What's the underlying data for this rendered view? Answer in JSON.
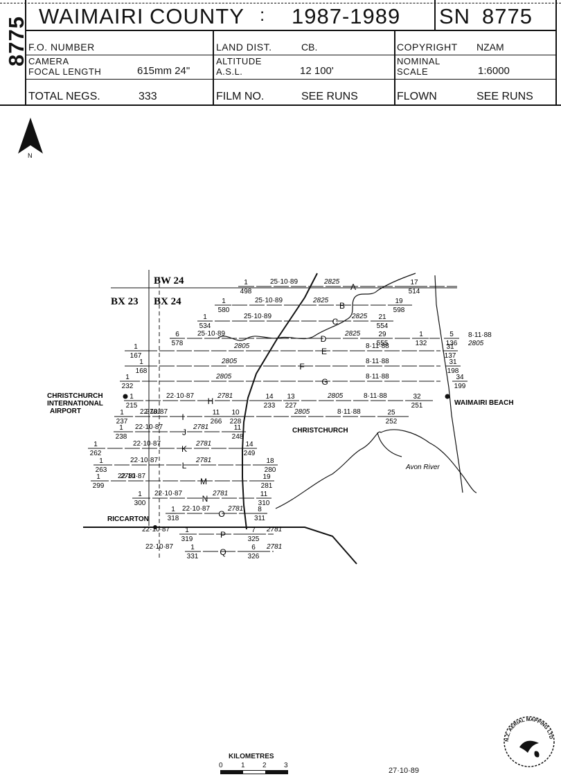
{
  "header": {
    "side_number": "8775",
    "county": "WAIMAIRI",
    "county_suffix": "COUNTY",
    "colon": ":",
    "years": "1987-1989",
    "sn_label": "SN",
    "sn_number": "8775",
    "fo_number_label": "F.O. NUMBER",
    "land_dist_label": "LAND DIST.",
    "land_dist_value": "CB.",
    "copyright_label": "COPYRIGHT",
    "copyright_value": "NZAM",
    "camera_label": "CAMERA",
    "focal_length_label": "FOCAL LENGTH",
    "focal_length_value": "615mm  24\"",
    "altitude_label": "ALTITUDE",
    "asl_label": "A.S.L.",
    "altitude_value": "12 100'",
    "nominal_label": "NOMINAL",
    "scale_label": "SCALE",
    "scale_value": "1:6000",
    "total_negs_label": "TOTAL NEGS.",
    "total_negs_value": "333",
    "film_no_label": "FILM NO.",
    "film_no_value": "SEE  RUNS",
    "flown_label": "FLOWN",
    "flown_value": "SEE  RUNS"
  },
  "map": {
    "north_label": "N",
    "grid_labels": [
      "BW 24",
      "BX 23",
      "BX 24"
    ],
    "places": [
      {
        "name": "CHRISTCHURCH"
      },
      {
        "name": "INTERNATIONAL"
      },
      {
        "name": "AIRPORT"
      },
      {
        "name": "WAIMAIRI  BEACH"
      },
      {
        "name": "CHRISTCHURCH"
      },
      {
        "name": "Avon River"
      },
      {
        "name": "RICCARTON"
      }
    ],
    "runs": [
      {
        "run": "A",
        "left_top": "1",
        "left_bottom": "498",
        "date_left": "25·10·89",
        "film_left": "2825",
        "right_top": "17",
        "right_bottom": "514"
      },
      {
        "run": "B",
        "left_top": "1",
        "left_bottom": "580",
        "date_left": "25·10·89",
        "film_left": "2825",
        "right_top": "19",
        "right_bottom": "598"
      },
      {
        "run": "C",
        "left_top": "1",
        "left_bottom": "534",
        "date_left": "25·10·89",
        "film_right": "2825",
        "right_top": "21",
        "right_bottom": "554"
      },
      {
        "run": "D",
        "left_top": "6",
        "left_bottom": "578",
        "date_left": "25·10·89",
        "film_right": "2825",
        "right_top": "29",
        "right_bottom": "555",
        "extra_top": "1",
        "extra_bottom": "132",
        "far_top": "5",
        "far_bottom": "136",
        "far_date": "8·11·88",
        "far_film": "2805"
      },
      {
        "run": "E",
        "left_top": "1",
        "left_bottom": "167",
        "film_left": "2805",
        "date_right": "8·11·88",
        "right_top": "31",
        "right_bottom": "137"
      },
      {
        "run": "F",
        "left_top": "1",
        "left_bottom": "168",
        "film_left": "2805",
        "date_right": "8·11·88",
        "right_top": "31",
        "right_bottom": "198"
      },
      {
        "run": "G",
        "left_top": "1",
        "left_bottom": "232",
        "film_left": "2805",
        "date_right": "8·11·88",
        "right_top": "34",
        "right_bottom": "199"
      },
      {
        "run": "H",
        "left_top": "1",
        "left_bottom": "215",
        "date_left": "22·10·87",
        "film_left": "2781",
        "mid1_top": "14",
        "mid1_bottom": "233",
        "mid2_top": "13",
        "mid2_bottom": "227",
        "film_right": "2805",
        "date_right": "8·11·88",
        "right_top": "32",
        "right_bottom": "251"
      },
      {
        "run": "I",
        "left_top": "1",
        "left_bottom": "237",
        "date_left": "22·10·87",
        "film_left": "2781",
        "mid1_top": "11",
        "mid1_bottom": "266",
        "mid2_top": "10",
        "mid2_bottom": "228",
        "film_right": "2805",
        "date_right": "8·11·88",
        "right_top": "25",
        "right_bottom": "252"
      },
      {
        "run": "J",
        "left_top": "1",
        "left_bottom": "238",
        "date_left": "22·10·87",
        "film_left": "2781",
        "right_top": "11",
        "right_bottom": "248"
      },
      {
        "run": "K",
        "left_top": "1",
        "left_bottom": "262",
        "date_left": "22·10·87",
        "film_left": "2781",
        "right_top": "14",
        "right_bottom": "249"
      },
      {
        "run": "L",
        "left_top": "1",
        "left_bottom": "263",
        "date_left": "22·10·87",
        "film_left": "2781",
        "right_top": "18",
        "right_bottom": "280"
      },
      {
        "run": "M",
        "left_top": "1",
        "left_bottom": "299",
        "date_left": "22·10·87",
        "film_left": "2781",
        "right_top": "19",
        "right_bottom": "281"
      },
      {
        "run": "N",
        "left_top": "1",
        "left_bottom": "300",
        "date_left": "22·10·87",
        "film_left": "2781",
        "right_top": "11",
        "right_bottom": "310"
      },
      {
        "run": "O",
        "left_top": "1",
        "left_bottom": "318",
        "date_left": "22·10·87",
        "film_left": "2781",
        "right_top": "8",
        "right_bottom": "311"
      },
      {
        "run": "P",
        "left_top": "1",
        "left_bottom": "319",
        "date_left": "22·10·87",
        "film_left": "2781",
        "right_top": "7",
        "right_bottom": "325"
      },
      {
        "run": "Q",
        "left_top": "1",
        "left_bottom": "331",
        "date_left": "22·10·87",
        "film_left": "2781",
        "right_top": "6",
        "right_bottom": "326"
      }
    ],
    "scale_bar": {
      "label": "KILOMETRES",
      "ticks": [
        "0",
        "1",
        "2",
        "3"
      ]
    },
    "date_stamp": "27·10·89",
    "logo_text": "N.Z. AERIAL MAPPING LTD"
  }
}
